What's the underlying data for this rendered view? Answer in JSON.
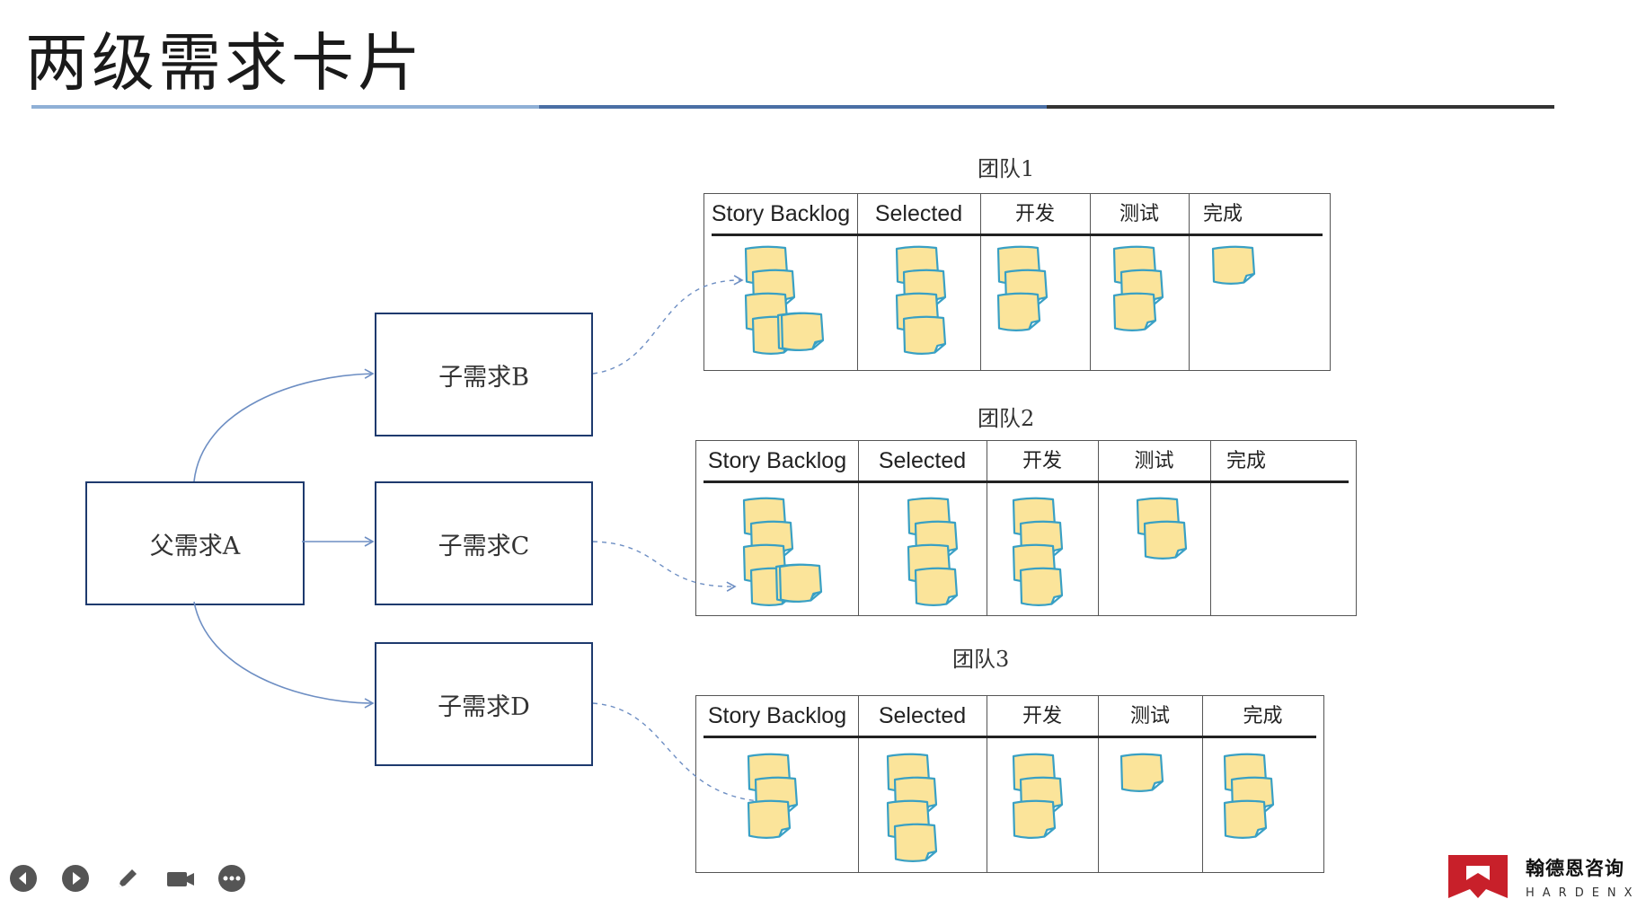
{
  "title": "两级需求卡片",
  "parent": {
    "label": "父需求A"
  },
  "children": [
    {
      "id": "B",
      "label": "子需求B"
    },
    {
      "id": "C",
      "label": "子需求C"
    },
    {
      "id": "D",
      "label": "子需求D"
    }
  ],
  "teams": [
    {
      "label": "团队1",
      "columns": [
        "Story Backlog",
        "Selected",
        "开发",
        "测试",
        "完成"
      ],
      "card_counts": [
        6,
        4,
        3,
        3,
        1
      ]
    },
    {
      "label": "团队2",
      "columns": [
        "Story Backlog",
        "Selected",
        "开发",
        "测试",
        "完成"
      ],
      "card_counts": [
        6,
        4,
        4,
        2,
        0
      ]
    },
    {
      "label": "团队3",
      "columns": [
        "Story Backlog",
        "Selected",
        "开发",
        "测试",
        "完成"
      ],
      "card_counts": [
        3,
        4,
        3,
        1,
        3
      ]
    }
  ],
  "colors": {
    "card_fill": "#fbe49a",
    "card_stroke": "#39a0c4",
    "box_border": "#1e3a6e",
    "arrow": "#6d8ec3"
  },
  "toolbar": {
    "icons": [
      "prev-icon",
      "play-icon",
      "pen-icon",
      "camera-icon",
      "more-icon"
    ]
  },
  "brand": {
    "name_cn": "翰德恩咨询",
    "name_en": "HARDENX"
  }
}
